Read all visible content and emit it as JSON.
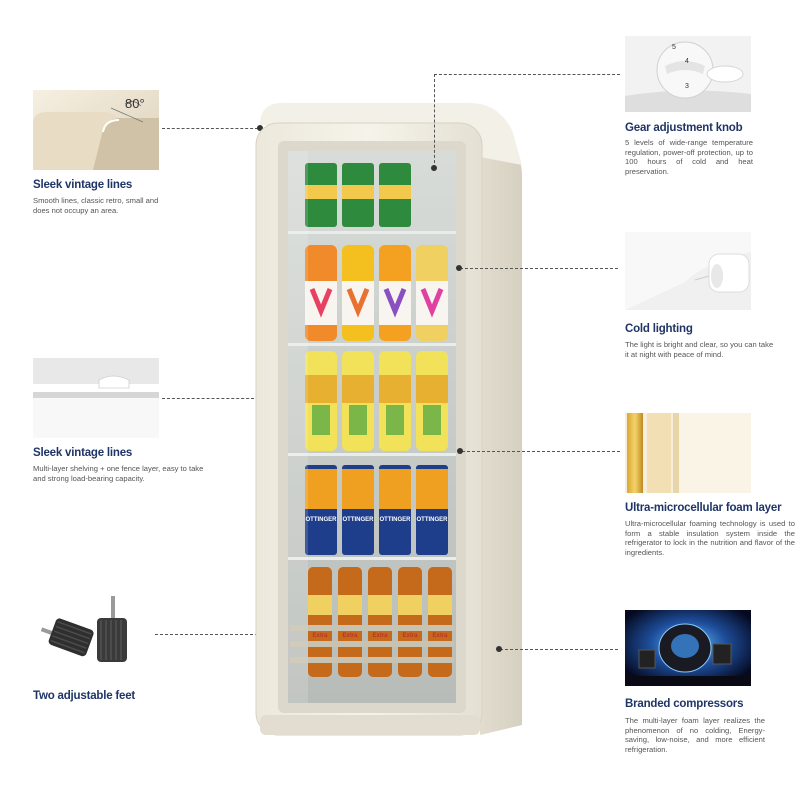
{
  "angle_label": "80°",
  "features": [
    {
      "title": "Sleek vintage lines",
      "desc": "Smooth lines, classic retro, small and does not occupy an area.",
      "icon": "rounded-corner-thumbnail"
    },
    {
      "title": "Sleek vintage lines",
      "desc": "Multi-layer shelving + one fence layer, easy to take and strong load-bearing capacity.",
      "icon": "shelf-thumbnail"
    },
    {
      "title": "Two adjustable feet",
      "desc": "",
      "icon": "adjustable-foot-thumbnail"
    },
    {
      "title": "Gear adjustment knob",
      "desc": "5 levels of wide-range temperature regulation, power-off protection, up to 100 hours of cold and heat preservation.",
      "icon": "knob-thumbnail"
    },
    {
      "title": "Cold lighting",
      "desc": "The light is bright and clear, so you can take it at night with peace of mind.",
      "icon": "light-thumbnail"
    },
    {
      "title": "Ultra-microcellular foam layer",
      "desc": "Ultra-microcellular foaming technology is used to form a stable insulation system inside the refrigerator to lock in the nutrition and flavor of the ingredients.",
      "icon": "foam-layer-thumbnail"
    },
    {
      "title": "Branded compressors",
      "desc": "The multi-layer foam layer realizes the phenomenon of no colding, Energy-saving, low-noise, and more efficient refrigeration.",
      "icon": "compressor-thumbnail"
    }
  ],
  "knob_numbers": [
    "5",
    "4",
    "3"
  ],
  "bottle_labels": {
    "beer_brand": "OTTINGER",
    "lower_brand": "Extra"
  },
  "colors": {
    "title_navy": "#1f3566",
    "fridge_cream": "#f2efe6"
  }
}
